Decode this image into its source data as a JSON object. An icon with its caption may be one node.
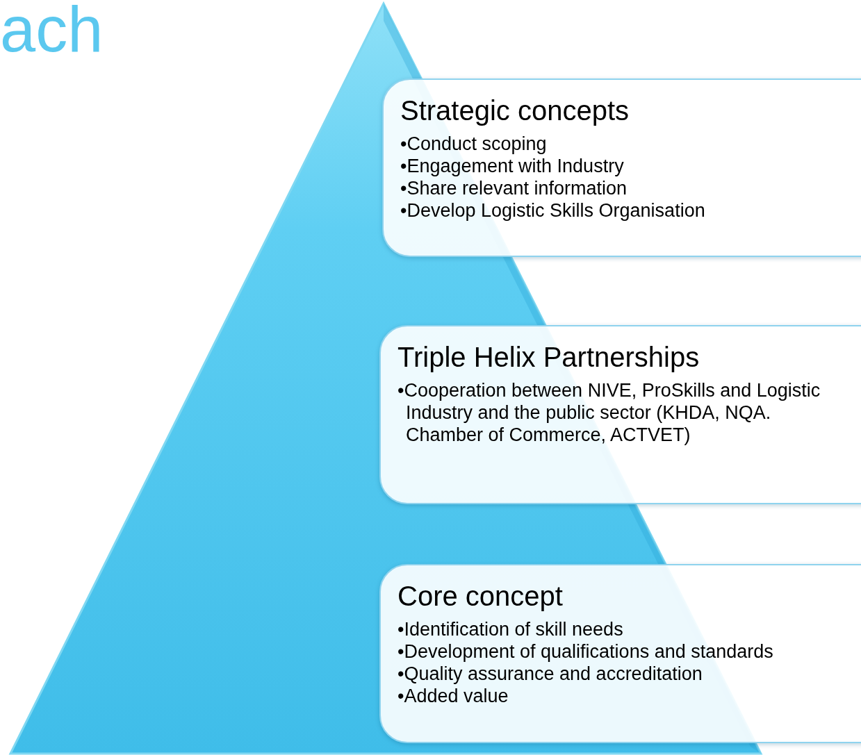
{
  "diagram": {
    "title": "ach",
    "nodes": [
      {
        "text": [
          "Strategic concepts",
          "•Conduct scoping",
          "•Engagement with Industry",
          "•Share relevant information",
          "•Develop Logistic Skills Organisation"
        ]
      },
      {
        "text": [
          "Triple Helix Partnerships",
          "•Cooperation between NIVE, ProSkills and Logistic Industry and the public sector (KHDA, NQA. Chamber of Commerce, ACTVET)"
        ]
      },
      {
        "text": [
          "Core concept",
          "•Identification of skill needs",
          "•Development of qualifications and standards",
          "•Quality assurance and accreditation",
          "•Added value"
        ]
      }
    ]
  }
}
